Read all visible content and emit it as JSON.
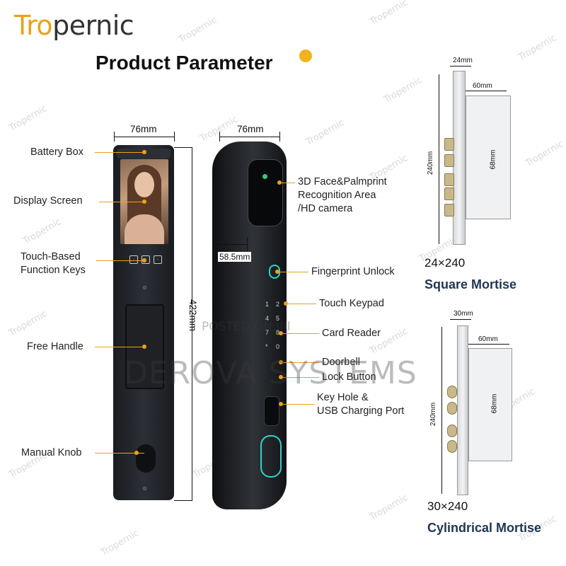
{
  "brand": {
    "part1": "Tro",
    "part2": "pernic"
  },
  "title": "Product Parameter",
  "watermark_text": "Tropernic",
  "front_labels": [
    "Battery Box",
    "Display Screen",
    "Touch-Based",
    "Function Keys",
    "Free Handle",
    "Manual Knob"
  ],
  "side_labels": [
    "3D Face&Palmprint",
    "Recognition Area",
    "/HD camera",
    "Fingerprint Unlock",
    "Touch Keypad",
    "Card Reader",
    "Doorbell",
    "Lock Button",
    "Key Hole &",
    "USB Charging Port"
  ],
  "dimensions": {
    "front_width": "76mm",
    "side_width": "76mm",
    "depth": "58.5mm",
    "height": "422mm"
  },
  "mortise_square": {
    "width_top": "24mm",
    "body_width": "60mm",
    "height": "240mm",
    "center": "68mm",
    "size": "24×240",
    "name": "Square Mortise"
  },
  "mortise_cyl": {
    "width_top": "30mm",
    "body_width": "60mm",
    "height": "240mm",
    "center": "68mm",
    "size": "30×240",
    "name": "Cylindrical Mortise"
  },
  "overlay": {
    "line1": "POSTED ON JIJI",
    "line2": "DEROVA SYSTEMS"
  },
  "colors": {
    "accent": "#e8a317",
    "lock_body": "#1f2125",
    "title_blue": "#1f3556"
  }
}
